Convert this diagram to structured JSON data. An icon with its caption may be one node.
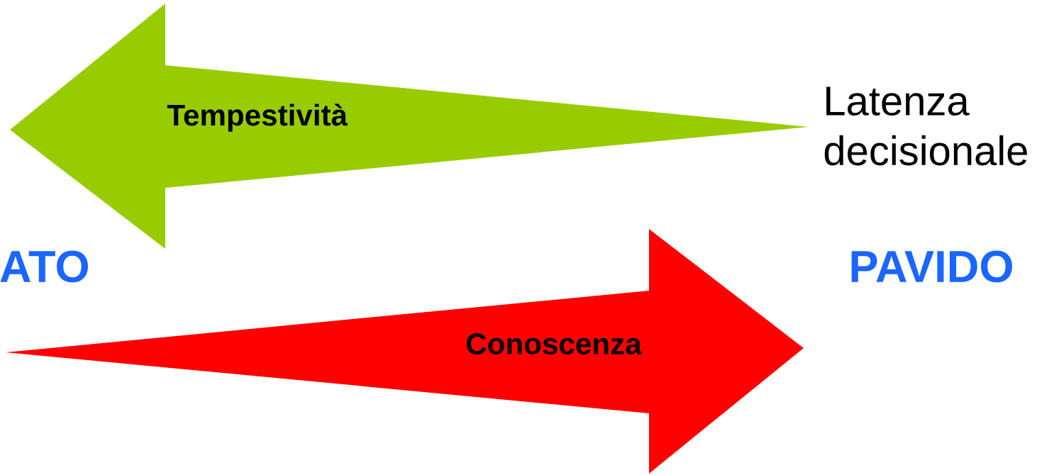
{
  "diagram": {
    "nodes": [
      {
        "text": [
          "Tempestività"
        ]
      },
      {
        "text": [
          "Conoscenza"
        ]
      }
    ],
    "labels": [
      "Latenza decisionale",
      "ATO",
      "PAVIDO"
    ]
  }
}
